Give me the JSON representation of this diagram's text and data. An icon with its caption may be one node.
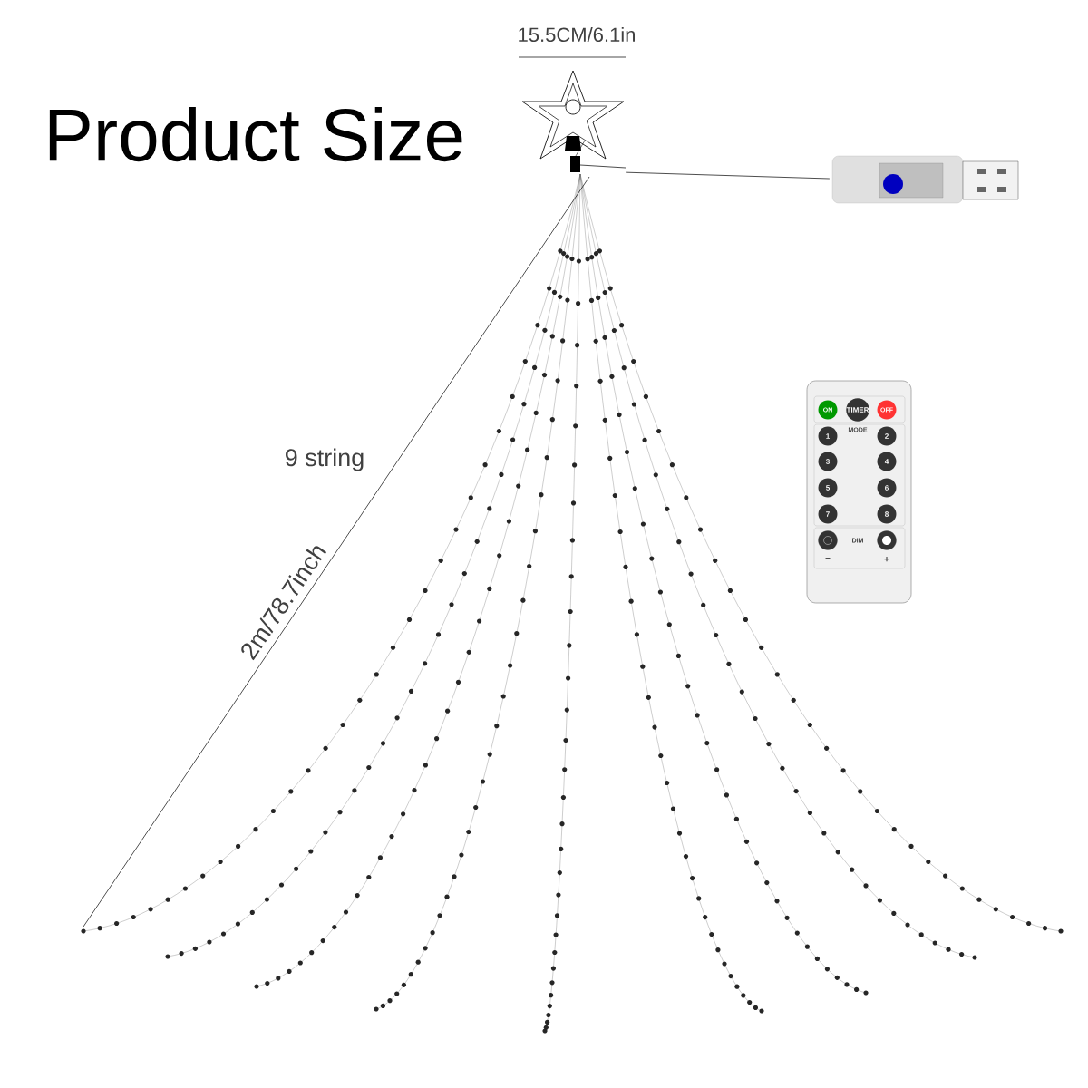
{
  "diagram": {
    "title": "Product Size",
    "nodes": [
      {
        "text": [],
        "shape": "picture"
      },
      {
        "text": [],
        "shape": "picture"
      }
    ],
    "edges": [
      {
        "from": 0,
        "to": 1,
        "arrow": "none"
      }
    ],
    "labels": [
      "15.5CM/6.1in",
      "9 string",
      "2m/78.7inch",
      "ON",
      "TIMER",
      "OFF",
      "MODE",
      "1",
      "2",
      "3",
      "4",
      "5",
      "6",
      "7",
      "8",
      "DIM",
      "−",
      "+"
    ]
  }
}
